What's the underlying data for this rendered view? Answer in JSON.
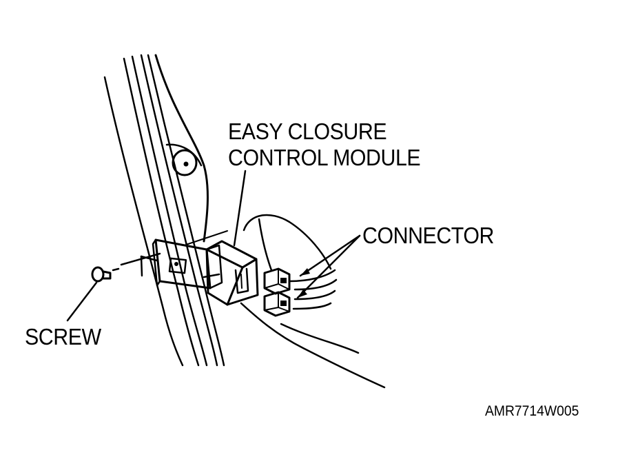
{
  "labels": {
    "module_line1": "EASY CLOSURE",
    "module_line2": "CONTROL MODULE",
    "connector": "CONNECTOR",
    "screw": "SCREW",
    "figure_code": "AMR7714W005"
  }
}
